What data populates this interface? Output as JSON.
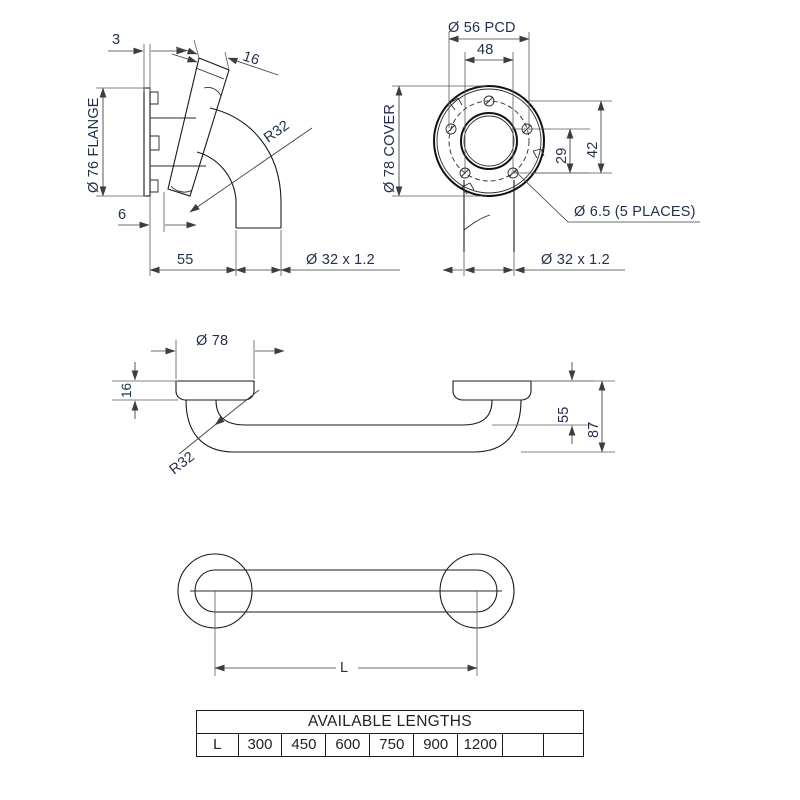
{
  "sheet": {
    "title": "Grab rail assembly technical drawing",
    "background": "#ffffff",
    "line_color": "#1a1a1a",
    "text_color": "#23304d"
  },
  "views": {
    "top_left": {
      "name": "flange-side-section-view",
      "dims": {
        "plate_thickness": "3",
        "tube_wall_offset": "16",
        "flange_diameter": "Ø 76 FLANGE",
        "cover_depth": "6",
        "stand_off": "55",
        "bend_radius": "R32",
        "tube_spec": "Ø 32 x 1.2"
      }
    },
    "top_right": {
      "name": "cover-front-view",
      "dims": {
        "pcd": "Ø 56 PCD",
        "hole_span": "48",
        "cover_diameter": "Ø 78 COVER",
        "offset_29": "29",
        "offset_42": "42",
        "hole_note": "Ø 6.5 (5 PLACES)",
        "tube_spec": "Ø 32 x 1.2"
      }
    },
    "middle": {
      "name": "rail-elevation-view",
      "dims": {
        "flange_diameter": "Ø 78",
        "flange_thickness": "16",
        "bend_radius": "R32",
        "centre_height": "55",
        "overall_height": "87"
      }
    },
    "bottom": {
      "name": "rail-plan-view",
      "dims": {
        "length_label": "L"
      }
    }
  },
  "table": {
    "name": "available-lengths-table",
    "header": "AVAILABLE LENGTHS",
    "row_label": "L",
    "values": [
      "300",
      "450",
      "600",
      "750",
      "900",
      "1200"
    ],
    "blank_cells": 2
  }
}
